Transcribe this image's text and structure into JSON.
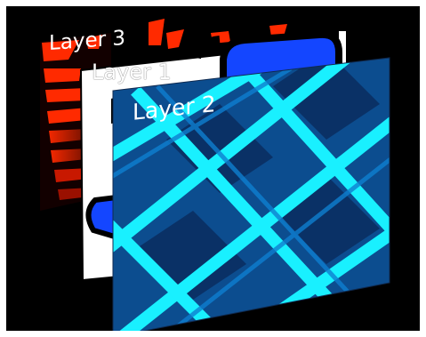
{
  "layers": [
    {
      "id": "layer-3",
      "label": "Layer 3"
    },
    {
      "id": "layer-1",
      "label": "Layer 1"
    },
    {
      "id": "layer-2",
      "label": "Layer 2"
    }
  ],
  "colors": {
    "background": "#000000",
    "frame": "#ffffff",
    "layer3_pattern": "#ff2a00",
    "layer1_face": "#ffffff",
    "layer1_shape": "#1446ff",
    "layer2_base": "#0a3a7a",
    "layer2_grid": "#19f0ff"
  }
}
